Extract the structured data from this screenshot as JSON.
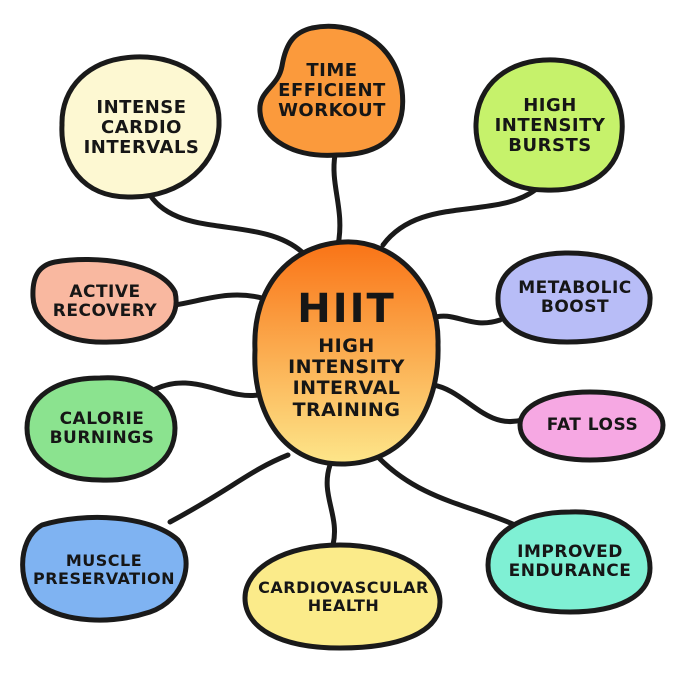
{
  "center": {
    "title": "HIIT",
    "lines": [
      "HIGH",
      "INTENSITY",
      "INTERVAL",
      "TRAINING"
    ],
    "color_top": "#f97316",
    "color_bottom": "#fde68a"
  },
  "nodes": [
    {
      "id": "intense-cardio-intervals",
      "lines": [
        "INTENSE",
        "CARDIO",
        "INTERVALS"
      ],
      "color": "#fdf8d2"
    },
    {
      "id": "time-efficient-workout",
      "lines": [
        "TIME",
        "EFFICIENT",
        "WORKOUT"
      ],
      "color": "#fb9a3c"
    },
    {
      "id": "high-intensity-bursts",
      "lines": [
        "HIGH",
        "INTENSITY",
        "BURSTS"
      ],
      "color": "#c6f26b"
    },
    {
      "id": "active-recovery",
      "lines": [
        "ACTIVE",
        "RECOVERY"
      ],
      "color": "#f9b8a0"
    },
    {
      "id": "metabolic-boost",
      "lines": [
        "METABOLIC",
        "BOOST"
      ],
      "color": "#b8bdf7"
    },
    {
      "id": "calorie-burnings",
      "lines": [
        "CALORIE",
        "BURNINGS"
      ],
      "color": "#8be38f"
    },
    {
      "id": "fat-loss",
      "lines": [
        "FAT LOSS"
      ],
      "color": "#f6a8e3"
    },
    {
      "id": "muscle-preservation",
      "lines": [
        "MUSCLE",
        "PRESERVATION"
      ],
      "color": "#7fb3f2"
    },
    {
      "id": "cardiovascular-health",
      "lines": [
        "CARDIOVASCULAR",
        "HEALTH"
      ],
      "color": "#fbeb8a"
    },
    {
      "id": "improved-endurance",
      "lines": [
        "IMPROVED",
        "ENDURANCE"
      ],
      "color": "#7ff0d4"
    }
  ]
}
